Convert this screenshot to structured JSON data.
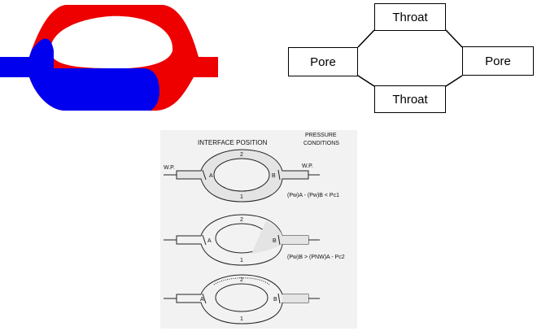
{
  "simulation": {
    "colors": {
      "non_wetting": "#0000ee",
      "wetting": "#ee0000"
    }
  },
  "network": {
    "nodes": {
      "throat_top": "Throat",
      "throat_bottom": "Throat",
      "pore_left": "Pore",
      "pore_right": "Pore"
    }
  },
  "sketch": {
    "header_left": "INTERFACE POSITION",
    "header_right_line1": "PRESSURE",
    "header_right_line2": "CONDITIONS",
    "inlet_label": "W.P.",
    "outlet_label": "W.P.",
    "throat_labels": {
      "upper": "2",
      "lower": "1"
    },
    "node_labels": {
      "a": "A",
      "b": "B"
    },
    "condition_1": "(Pw)A - (Pw)B < Pc1",
    "condition_2": "(Pw)B > (PNW)A - Pc2"
  }
}
